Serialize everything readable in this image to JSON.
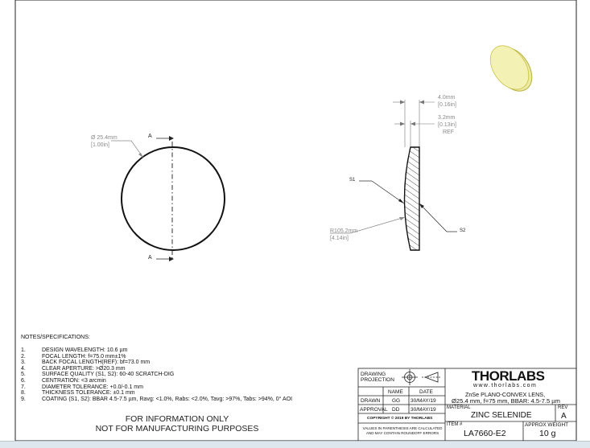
{
  "front_view": {
    "diameter_mm": "Ø 25.4mm",
    "diameter_in": "[1.00in]",
    "section_top": "A",
    "section_bottom": "A"
  },
  "side_view": {
    "thickness_mm": "4.0mm",
    "thickness_in": "[0.16in]",
    "edge_mm": "3.2mm",
    "edge_in": "[0.13in]",
    "edge_note": "REF",
    "radius_mm": "R105.2mm",
    "radius_in": "[4.14in]",
    "s1": "S1",
    "s2": "S2"
  },
  "notes": {
    "title": "NOTES/SPECIFICATIONS:",
    "items": [
      {
        "num": "1.",
        "text": "DESIGN WAVELENGTH: 10.6 µm"
      },
      {
        "num": "2.",
        "text": "FOCAL LENGTH: f=75.0 mm±1%"
      },
      {
        "num": "3.",
        "text": "BACK FOCAL LENGTH(REF): bf=73.0 mm"
      },
      {
        "num": "4.",
        "text": "CLEAR APERTURE: >Ø20.3 mm"
      },
      {
        "num": "5.",
        "text": "SURFACE QUALITY (S1, S2): 60-40 SCRATCH-DIG"
      },
      {
        "num": "6.",
        "text": "CENTRATION: <3 arcmin"
      },
      {
        "num": "7.",
        "text": "DIAMETER TOLERANCE: +0.0/-0.1 mm"
      },
      {
        "num": "8.",
        "text": "THICKNESS TOLERANCE: ±0.1 mm"
      },
      {
        "num": "9.",
        "text": "COATING (S1, S2): BBAR 4.5-7.5 µm, Ravg: <1.0%, Rabs: <2.0%, Tavg: >97%, Tabs: >94%, 0° AOI"
      }
    ]
  },
  "disclaimer": {
    "line1": "FOR INFORMATION ONLY",
    "line2": "NOT FOR MANUFACTURING PURPOSES"
  },
  "title_block": {
    "projection_label_1": "DRAWING",
    "projection_label_2": "PROJECTION",
    "col_name": "NAME",
    "col_date": "DATE",
    "row1_label": "DRAWN",
    "row1_name": "GG",
    "row1_date": "30/MAY/19",
    "row2_label": "APPROVAL",
    "row2_name": "DD",
    "row2_date": "30/MAY/19",
    "copyright": "COPYRIGHT © 2019 BY THORLABS",
    "values_note_1": "VALUES IN PARENTHESIS ARE CALCULATED",
    "values_note_2": "AND MAY CONTAIN ROUNDOFF ERRORS",
    "logo": "THORLABS",
    "website": "www.thorlabs.com",
    "description_1": "ZnSe PLANO-CONVEX LENS,",
    "description_2": "Ø25.4 mm, f=75 mm, BBAR: 4.5-7.5 µm",
    "material_label": "MATERIAL",
    "material": "ZINC SELENIDE",
    "rev_label": "REV",
    "rev": "A",
    "item_label": "ITEM #",
    "item": "LA7660-E2",
    "weight_label": "APPROX WEIGHT",
    "weight": "10 g"
  },
  "colors": {
    "lens_fill": "#efeda4",
    "lens_rim": "#c9c34a",
    "dimension_text": "#8a8a8a",
    "frame": "#111111"
  }
}
